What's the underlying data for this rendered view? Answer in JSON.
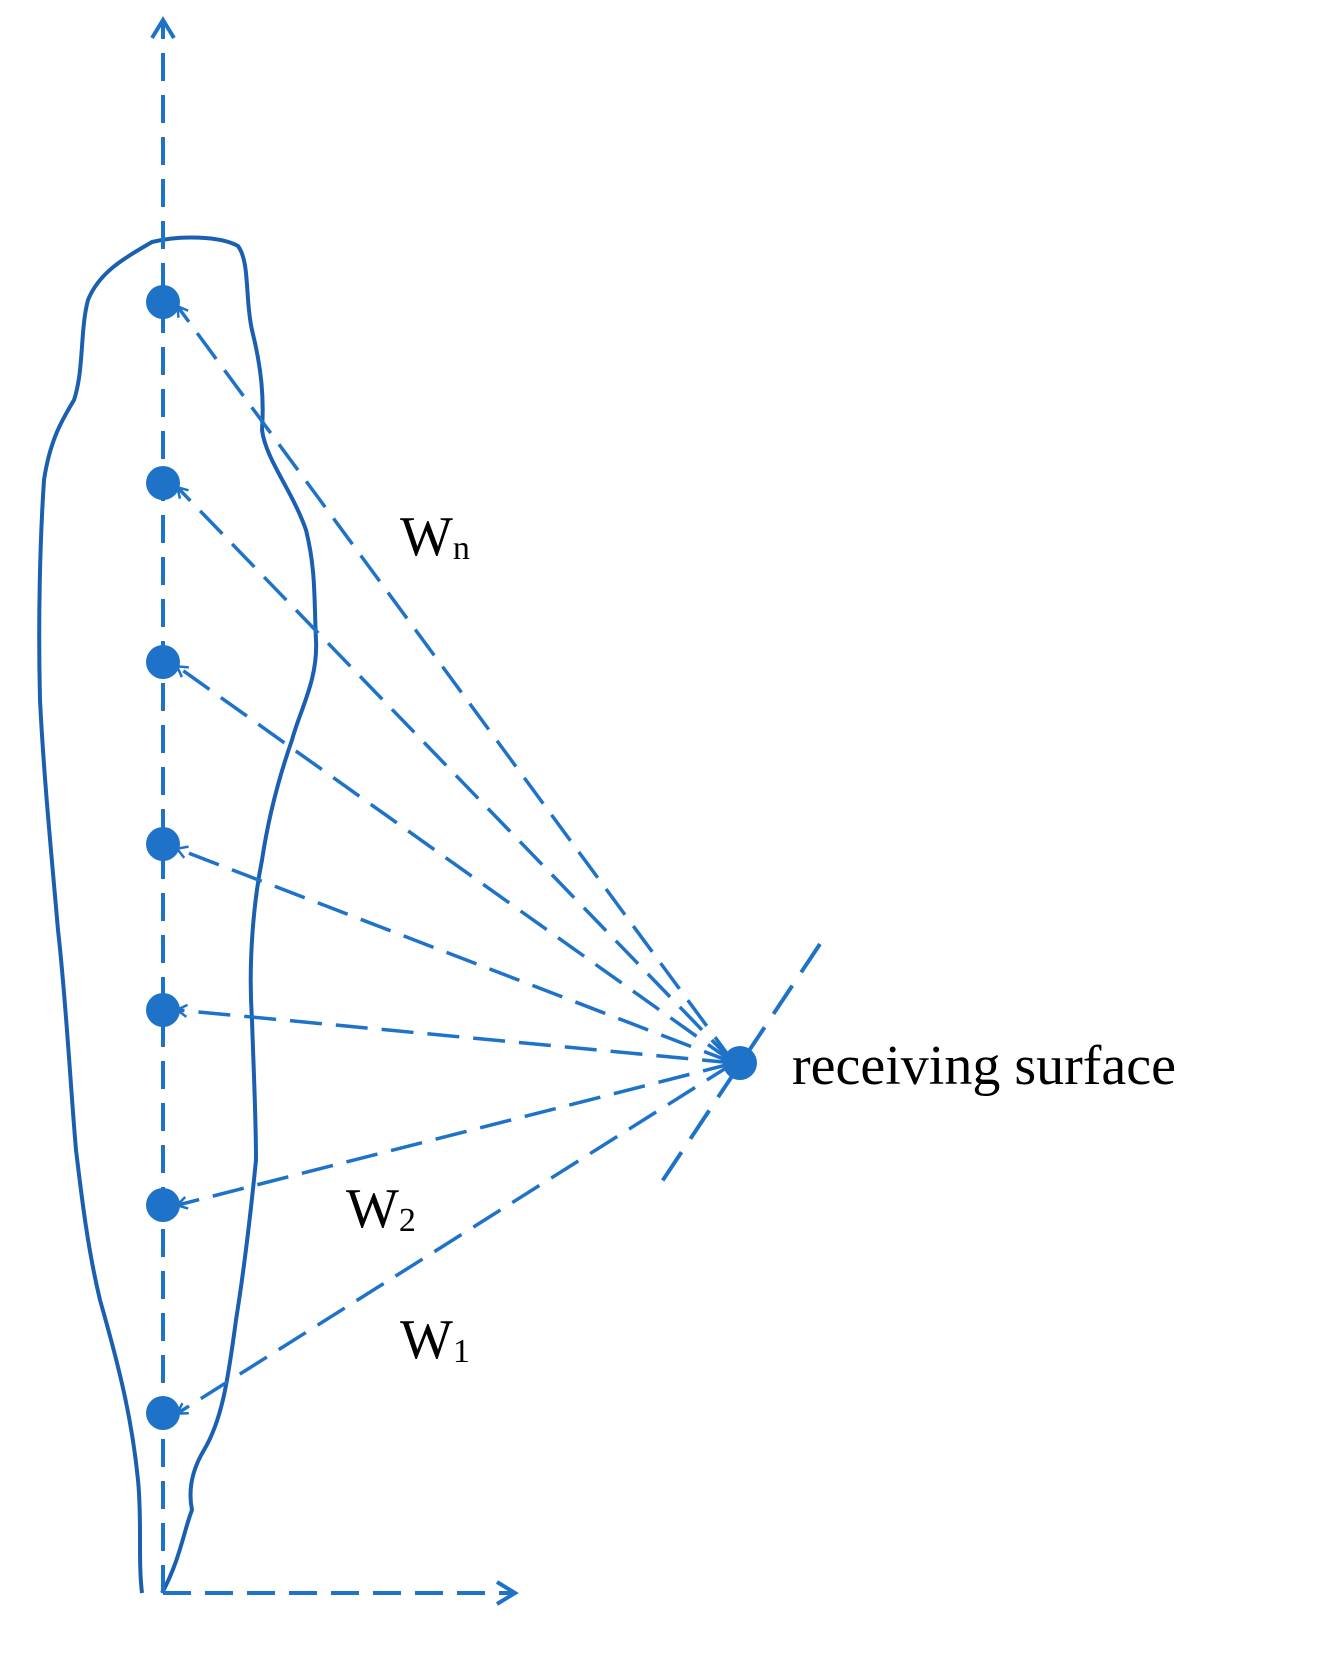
{
  "diagram": {
    "labels": {
      "receiving_surface": "receiving surface",
      "w_n": {
        "base": "W",
        "sub": "n"
      },
      "w_2": {
        "base": "W",
        "sub": "2"
      },
      "w_1": {
        "base": "W",
        "sub": "1"
      }
    },
    "point_count": 7,
    "colors": {
      "line": "#1e73c8",
      "outline": "#1a5fb0",
      "point": "#1e73c8",
      "text": "#000000"
    }
  }
}
